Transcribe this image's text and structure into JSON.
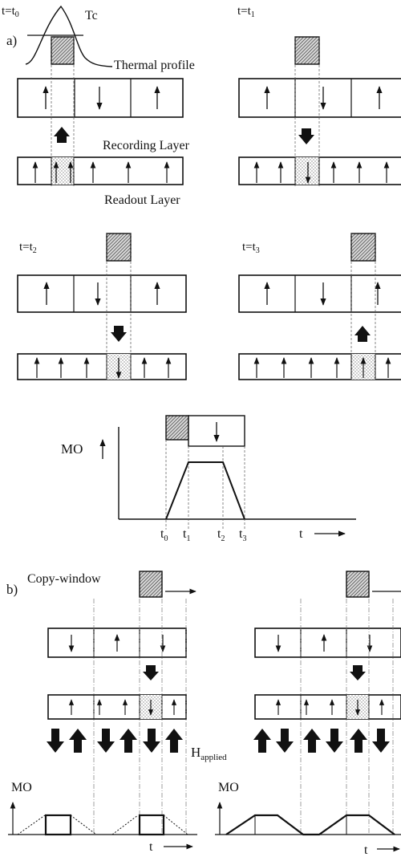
{
  "part_a": {
    "label": "a)",
    "panels": [
      {
        "time": "t=t",
        "time_sub": "0"
      },
      {
        "time": "t=t",
        "time_sub": "1"
      },
      {
        "time": "t=t",
        "time_sub": "2"
      },
      {
        "time": "t=t",
        "time_sub": "3"
      }
    ],
    "tc_label": "Tc",
    "thermal_profile_label": "Thermal profile",
    "recording_layer_label": "Recording Layer",
    "readout_layer_label": "Readout Layer",
    "mo_axis_label": "MO",
    "t_axis_label": "t",
    "time_ticks": [
      {
        "base": "t",
        "sub": "0"
      },
      {
        "base": "t",
        "sub": "1"
      },
      {
        "base": "t",
        "sub": "2"
      },
      {
        "base": "t",
        "sub": "3"
      }
    ]
  },
  "part_b": {
    "label": "b)",
    "copy_window_label": "Copy-window",
    "h_applied": "H",
    "h_applied_sub": "applied",
    "mo_axis_label": "MO",
    "t_axis_label": "t"
  }
}
